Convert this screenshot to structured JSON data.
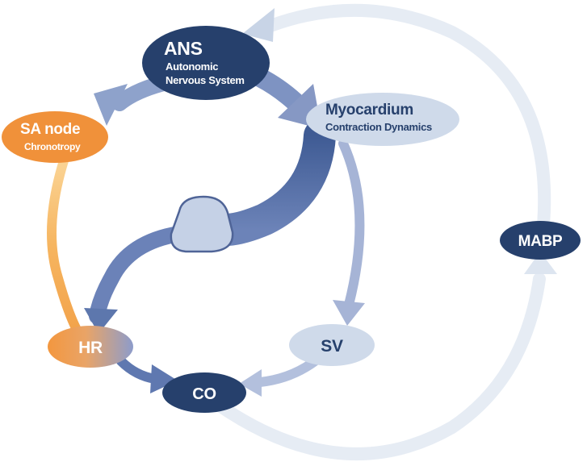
{
  "nodes": {
    "ans": {
      "title": "ANS",
      "line1": "Autonomic",
      "line2": "Nervous System"
    },
    "sa_node": {
      "title": "SA node",
      "subtitle": "Chronotropy"
    },
    "myocardium": {
      "title": "Myocardium",
      "subtitle": "Contraction Dynamics"
    },
    "hr": {
      "title": "HR"
    },
    "sv": {
      "title": "SV"
    },
    "co": {
      "title": "CO"
    },
    "mabp": {
      "title": "MABP"
    }
  },
  "colors": {
    "dark_navy": "#26406c",
    "mid_blue": "#5a73a8",
    "light_blue": "#9fb0d4",
    "pale_blue": "#cfdaea",
    "very_pale_blue": "#e3eaf3",
    "orange": "#f0913a",
    "light_orange": "#f6b75d",
    "white": "#ffffff"
  }
}
